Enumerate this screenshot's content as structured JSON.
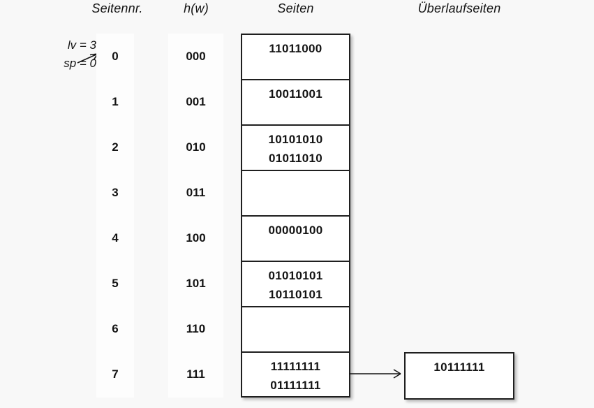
{
  "background_color": "#f8f8f8",
  "headers": {
    "seitennr": "Seitennr.",
    "hw": "h(w)",
    "seiten": "Seiten",
    "ueberlaufseiten": "Überlaufseiten"
  },
  "params": {
    "lv": "lv = 3",
    "sp": "sp = 0",
    "pointer_icon": "arrow-right-icon"
  },
  "rows": [
    {
      "seitennr": "0",
      "hw": "000",
      "records": [
        "11011000"
      ]
    },
    {
      "seitennr": "1",
      "hw": "001",
      "records": [
        "10011001"
      ]
    },
    {
      "seitennr": "2",
      "hw": "010",
      "records": [
        "10101010",
        "01011010"
      ]
    },
    {
      "seitennr": "3",
      "hw": "011",
      "records": []
    },
    {
      "seitennr": "4",
      "hw": "100",
      "records": [
        "00000100"
      ]
    },
    {
      "seitennr": "5",
      "hw": "101",
      "records": [
        "01010101",
        "10110101"
      ]
    },
    {
      "seitennr": "6",
      "hw": "110",
      "records": []
    },
    {
      "seitennr": "7",
      "hw": "111",
      "records": [
        "11111111",
        "01111111"
      ]
    }
  ],
  "overflow": {
    "source_row_index": 7,
    "arrow_icon": "arrow-right-icon",
    "records": [
      "10111111"
    ]
  },
  "colors": {
    "line": "#1f1f1f",
    "text": "#141414",
    "band": "#fdfdfd",
    "box_fill": "#ffffff"
  }
}
